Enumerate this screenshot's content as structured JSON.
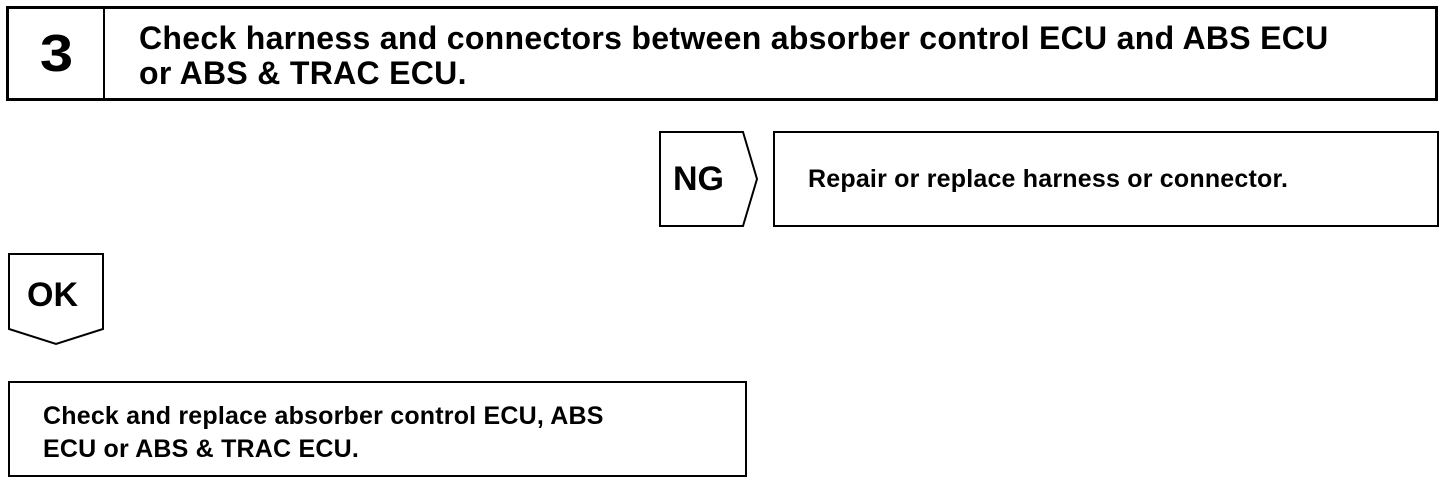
{
  "step": {
    "number": "3",
    "title_line1": "Check harness and connectors between absorber control ECU and ABS ECU",
    "title_line2": "or ABS & TRAC ECU."
  },
  "ng_branch": {
    "label": "NG",
    "action": "Repair or replace harness or connector."
  },
  "ok_branch": {
    "label": "OK",
    "action_line1": "Check and replace absorber control ECU, ABS",
    "action_line2": "ECU or ABS & TRAC ECU."
  },
  "colors": {
    "ink": "#000000",
    "background": "#ffffff"
  }
}
